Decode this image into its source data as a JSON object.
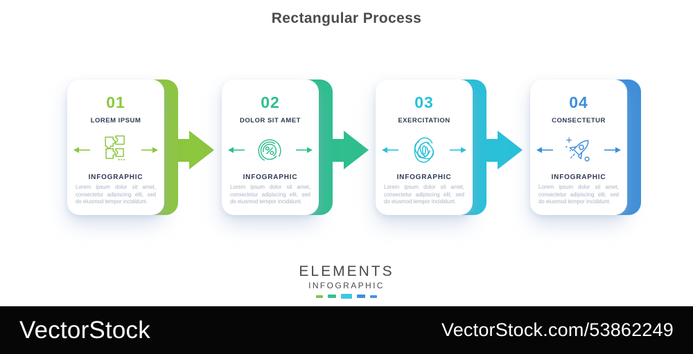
{
  "title": "Rectangular Process",
  "steps": [
    {
      "number": "01",
      "title": "LOREM IPSUM",
      "heading": "INFOGRAPHIC",
      "body": "Lorem ipsum dolor sit amet, consectetur adipiscing elit, sed do eiusmod tempor incididunt.",
      "color": "#8dc63f",
      "icon": "puzzle-icon"
    },
    {
      "number": "02",
      "title": "DOLOR SIT AMET",
      "heading": "INFOGRAPHIC",
      "body": "Lorem ipsum dolor sit amet, consectetur adipiscing elit, sed do eiusmod tempor incididunt.",
      "color": "#2fbe8e",
      "icon": "percentage-icon"
    },
    {
      "number": "03",
      "title": "EXERCITATION",
      "heading": "INFOGRAPHIC",
      "body": "Lorem ipsum dolor sit amet, consectetur adipiscing elit, sed do eiusmod tempor incididunt.",
      "color": "#29c0d8",
      "icon": "fingerprint-icon"
    },
    {
      "number": "04",
      "title": "CONSECTETUR",
      "heading": "INFOGRAPHIC",
      "body": "Lorem ipsum dolor sit amet, consectetur adipiscing elit, sed do eiusmod tempor incididunt.",
      "color": "#3d8ed9",
      "icon": "rocket-icon"
    }
  ],
  "logo": {
    "line1": "ELEMENTS",
    "line2": "INFOGRAPHIC",
    "dash_colors": [
      "#7cc84e",
      "#36c08e",
      "#3fc8e0",
      "#3e8ede",
      "#4a90e2"
    ]
  },
  "watermark": {
    "bar_color": "#060606",
    "brand": "VectorStock",
    "url": "VectorStock.com/53862249"
  }
}
